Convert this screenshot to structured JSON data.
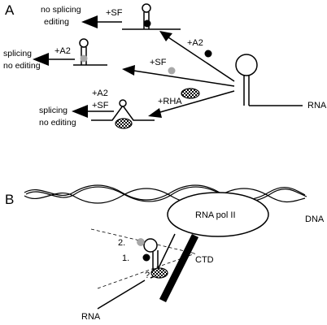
{
  "panel_a": {
    "label": "A",
    "rna_label": "RNA",
    "top_result_line1": "no splicing",
    "top_result_line2": "editing",
    "top_factor": "+SF",
    "a2_arrow_factor": "+A2",
    "mid_result_line1": "splicing",
    "mid_result_line2": "no editing",
    "mid_factor": "+A2",
    "sf_arrow_factor": "+SF",
    "bottom_factor_1": "+A2",
    "bottom_factor_2": "+SF",
    "bottom_result_line1": "splicing",
    "bottom_result_line2": "no editing",
    "rha_arrow_factor": "+RHA"
  },
  "panel_b": {
    "label": "B",
    "polymerase_label": "RNA pol II",
    "dna_label": "DNA",
    "ctd_label": "CTD",
    "rna_label": "RNA",
    "order_2": "2.",
    "order_1": "1.",
    "unknown_mark": "?"
  },
  "colors": {
    "a2_dot": "#000000",
    "sf_dot": "#a8a8a8",
    "rha_pattern": "checkered"
  }
}
